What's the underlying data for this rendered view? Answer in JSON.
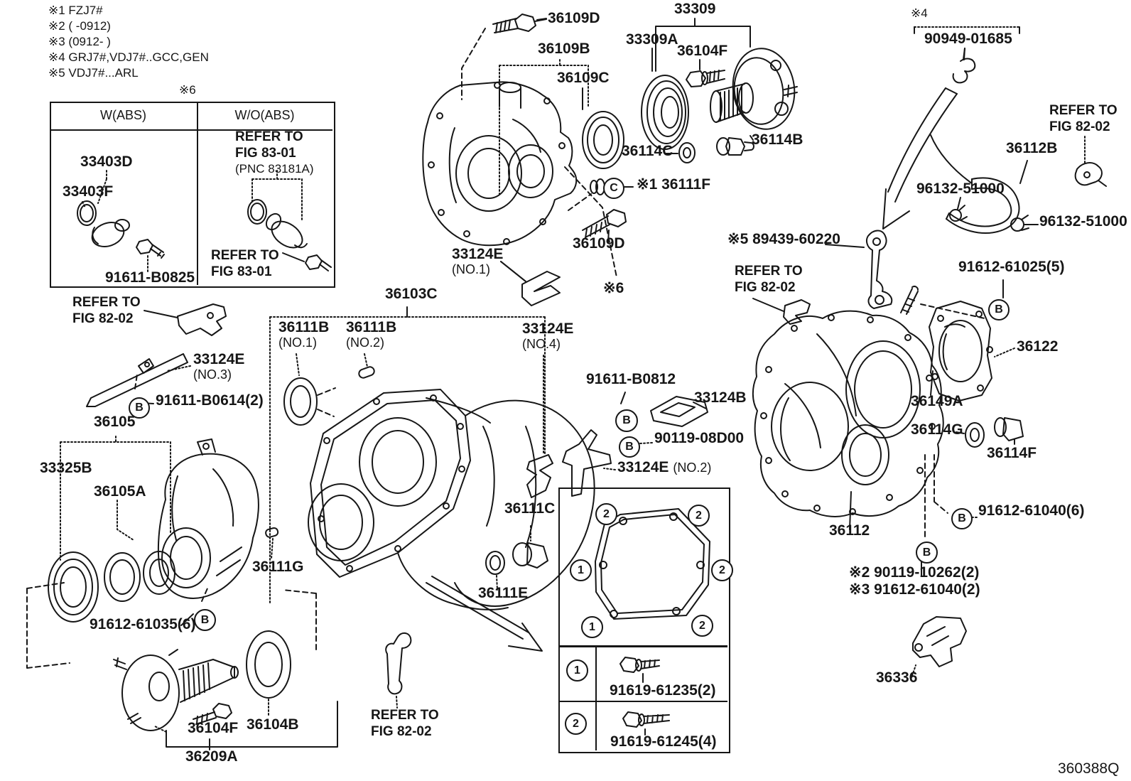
{
  "notes": [
    "※1 FZJ7#",
    "※2 (      -0912)",
    "※3 (0912-      )",
    "※4 GRJ7#,VDJ7#..GCC,GEN",
    "※5 VDJ7#...ARL"
  ],
  "abs_table": {
    "mark": "※6",
    "col_with": "W(ABS)",
    "col_without": "W/O(ABS)",
    "l1": "33403D",
    "l2": "33403F",
    "l3": "91611-B0825",
    "r1": "REFER TO",
    "r2": "FIG 83-01",
    "r3": "(PNC 83181A)",
    "r4": "REFER TO",
    "r5": "FIG 83-01"
  },
  "labels": [
    {
      "t": "36109D"
    },
    {
      "t": "36109B"
    },
    {
      "t": "36109C"
    },
    {
      "t": "33309"
    },
    {
      "t": "33309A"
    },
    {
      "t": "36104F"
    },
    {
      "t": "36114B"
    },
    {
      "t": "36114C"
    },
    {
      "t": "※1 36111F"
    },
    {
      "t": "36109D"
    },
    {
      "t": "33124E",
      "s": "(NO.1)"
    },
    {
      "t": "※6"
    },
    {
      "t": "※4"
    },
    {
      "t": "90949-01685"
    },
    {
      "t": "REFER TO",
      "s": "FIG 82-02"
    },
    {
      "t": "36112B"
    },
    {
      "t": "96132-51000"
    },
    {
      "t": "96132-51000"
    },
    {
      "t": "※5 89439-60220"
    },
    {
      "t": "REFER TO",
      "s": "FIG 82-02"
    },
    {
      "t": "91612-61025(5)"
    },
    {
      "t": "36122"
    },
    {
      "t": "36149A"
    },
    {
      "t": "36114G"
    },
    {
      "t": "36114F"
    },
    {
      "t": "36103C"
    },
    {
      "t": "36111B",
      "s": "(NO.1)"
    },
    {
      "t": "36111B",
      "s": "(NO.2)"
    },
    {
      "t": "33124E",
      "s": "(NO.4)"
    },
    {
      "t": "91611-B0812"
    },
    {
      "t": "33124B"
    },
    {
      "t": "90119-08D00"
    },
    {
      "t": "33124E",
      "s": "(NO.2)"
    },
    {
      "t": "36111C"
    },
    {
      "t": "36111E"
    },
    {
      "t": "REFER TO",
      "s": "FIG 82-02"
    },
    {
      "t": "33124E",
      "s": "(NO.3)"
    },
    {
      "t": "91611-B0614(2)"
    },
    {
      "t": "36105"
    },
    {
      "t": "33325B"
    },
    {
      "t": "36105A"
    },
    {
      "t": "36111G"
    },
    {
      "t": "91612-61035(6)"
    },
    {
      "t": "36104F"
    },
    {
      "t": "36104B"
    },
    {
      "t": "36209A"
    },
    {
      "t": "REFER TO",
      "s": "FIG 82-02"
    },
    {
      "t": "36112"
    },
    {
      "t": "91612-61040(6)"
    },
    {
      "t": "※2 90119-10262(2)"
    },
    {
      "t": "※3 91612-61040(2)"
    },
    {
      "t": "36336"
    }
  ],
  "callouts": [
    "B",
    "B",
    "B",
    "B",
    "B",
    "B",
    "B",
    "C"
  ],
  "gasket_panel": {
    "marks": [
      "2",
      "2",
      "1",
      "2",
      "1",
      "2"
    ],
    "rows": [
      {
        "num": "1",
        "part": "91619-61235(2)"
      },
      {
        "num": "2",
        "part": "91619-61245(4)"
      }
    ]
  },
  "footer": {
    "code": "360388Q"
  }
}
